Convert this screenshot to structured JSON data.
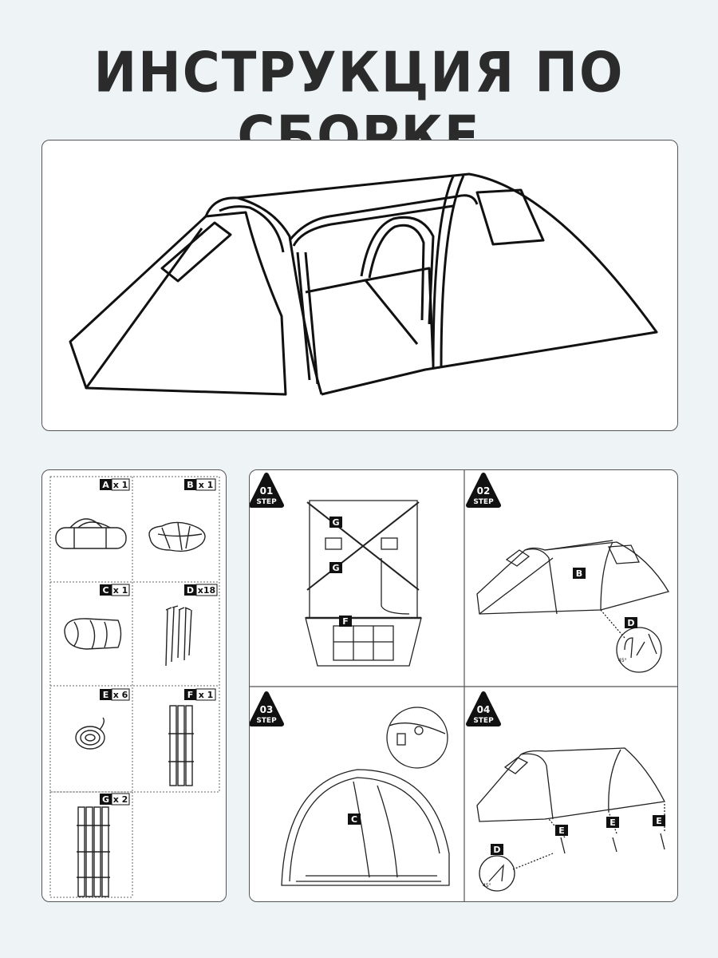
{
  "title": "ИНСТРУКЦИЯ ПО СБОРКЕ",
  "parts": [
    {
      "letter": "A",
      "qty": "x 1"
    },
    {
      "letter": "B",
      "qty": "x 1"
    },
    {
      "letter": "C",
      "qty": "x 1"
    },
    {
      "letter": "D",
      "qty": "x18"
    },
    {
      "letter": "E",
      "qty": "x 6"
    },
    {
      "letter": "F",
      "qty": "x 1"
    },
    {
      "letter": "G",
      "qty": "x 2"
    }
  ],
  "steps": [
    {
      "num": "01",
      "word": "STEP",
      "labels": [
        "G",
        "G",
        "F"
      ]
    },
    {
      "num": "02",
      "word": "STEP",
      "labels": [
        "B",
        "D"
      ],
      "angle": "45°"
    },
    {
      "num": "03",
      "word": "STEP",
      "labels": [
        "C"
      ]
    },
    {
      "num": "04",
      "word": "STEP",
      "labels": [
        "E",
        "E",
        "E",
        "D"
      ],
      "angle": "45°"
    }
  ]
}
